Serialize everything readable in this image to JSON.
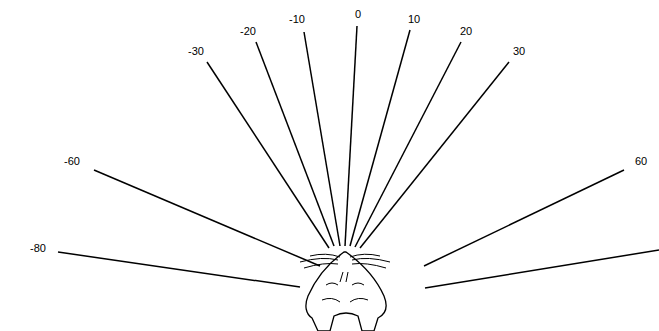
{
  "diagram": {
    "labels": [
      "-80",
      "-60",
      "-30",
      "-20",
      "-10",
      "0",
      "10",
      "20",
      "30",
      "60"
    ]
  }
}
